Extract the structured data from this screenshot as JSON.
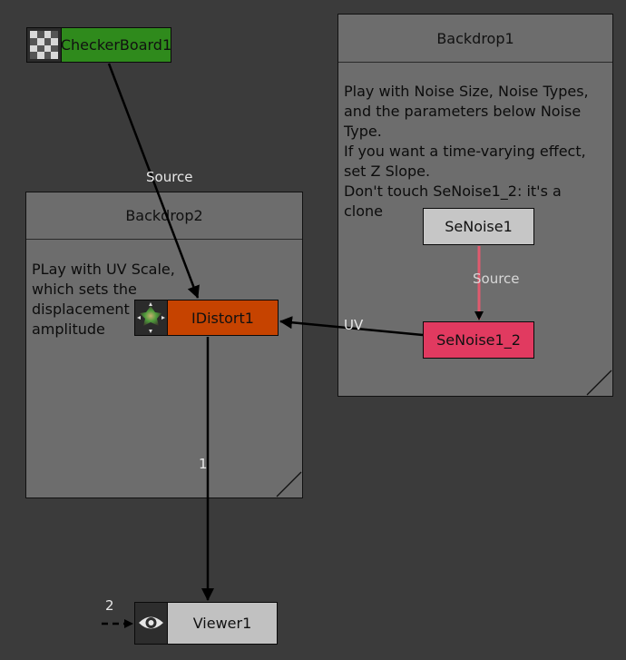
{
  "backdrops": {
    "backdrop1": {
      "title": "Backdrop1",
      "text": "Play with Noise Size, Noise Types,\nand the parameters below Noise\nType.\nIf you want a time-varying effect,\nset Z Slope.\nDon't touch SeNoise1_2: it's a\nclone"
    },
    "backdrop2": {
      "title": "Backdrop2",
      "text": "PLay with UV Scale,\nwhich sets the\ndisplacement\namplitude"
    }
  },
  "nodes": {
    "checkerboard": {
      "label": "CheckerBoard1",
      "icon": "checkerboard-icon",
      "color": "#2f8a1c"
    },
    "idistort": {
      "label": "IDistort1",
      "icon": "distort-icon",
      "color": "#c64300"
    },
    "senoise1": {
      "label": "SeNoise1",
      "color": "#c6c6c6"
    },
    "senoise1_2": {
      "label": "SeNoise1_2",
      "color": "#e13a60"
    },
    "viewer": {
      "label": "Viewer1",
      "icon": "eye-icon",
      "color": "#c1c1c1"
    }
  },
  "edges": {
    "checker_to_idistort": "Source",
    "senoise1_to_senoise1_2": "Source",
    "senoise1_2_to_idistort": "UV",
    "idistort_to_viewer": "1",
    "viewer_input_2": "2"
  },
  "colors": {
    "canvas": "#3b3b3b",
    "backdrop": "#6d6d6d",
    "clone_link": "#e05a6e"
  }
}
